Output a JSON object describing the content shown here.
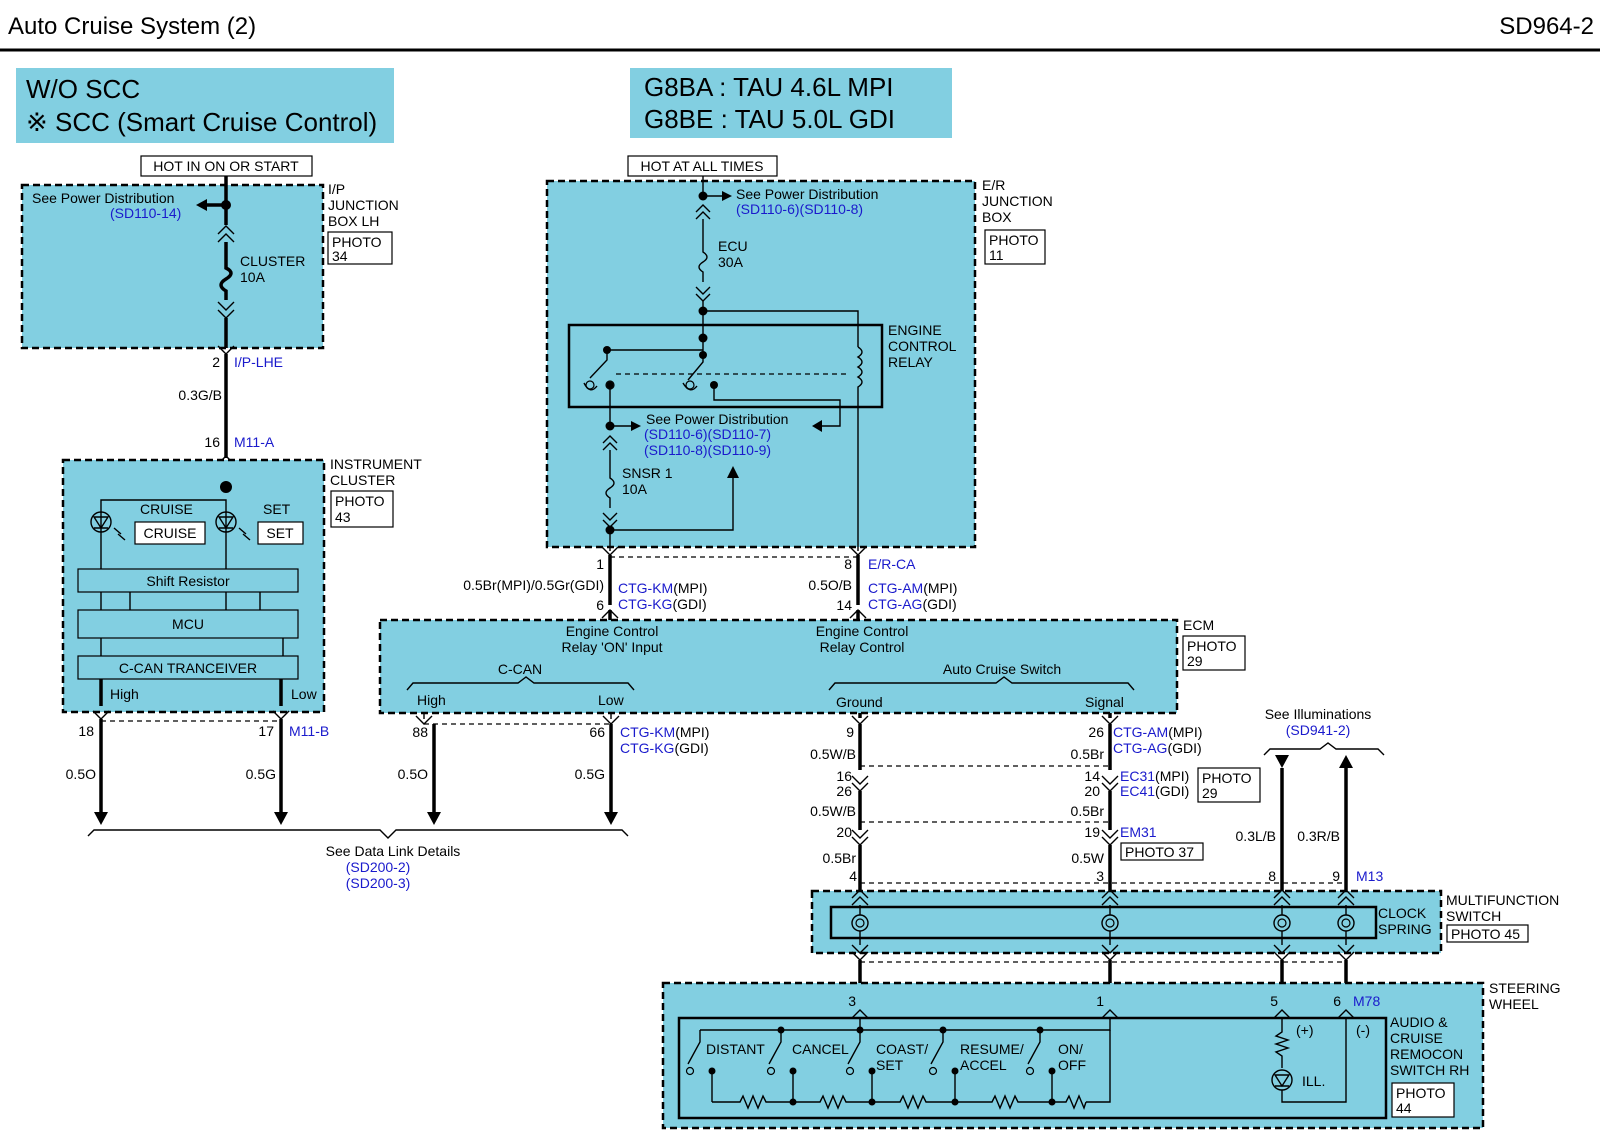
{
  "header": {
    "title": "Auto Cruise System (2)",
    "code": "SD964-2"
  },
  "banner_left": {
    "line1": "W/O SCC",
    "line2": "※ SCC (Smart Cruise Control)"
  },
  "banner_right": {
    "line1": "G8BA : TAU 4.6L MPI",
    "line2": "G8BE : TAU 5.0L GDI"
  },
  "left": {
    "hot_label": "HOT IN ON OR START",
    "ipjb": {
      "name1": "I/P",
      "name2": "JUNCTION",
      "name3": "BOX LH",
      "photo1": "PHOTO",
      "photo2": "34",
      "see": "See Power Distribution",
      "see_ref": "(SD110-14)",
      "fuse": "CLUSTER",
      "fuse_rating": "10A"
    },
    "conn1": {
      "pin": "2",
      "name": "I/P-LHE"
    },
    "wire1": "0.3G/B",
    "conn2": {
      "pin": "16",
      "name": "M11-A"
    },
    "cluster": {
      "name1": "INSTRUMENT",
      "name2": "CLUSTER",
      "photo1": "PHOTO",
      "photo2": "43",
      "cruise": "CRUISE",
      "cruise_box": "CRUISE",
      "set": "SET",
      "set_box": "SET",
      "shift_resistor": "Shift Resistor",
      "mcu": "MCU",
      "ccan": "C-CAN TRANCEIVER",
      "high": "High",
      "low": "Low"
    },
    "conn3": {
      "pin_a": "18",
      "pin_b": "17",
      "name": "M11-B"
    },
    "wire_a": "0.5O",
    "wire_b": "0.5G"
  },
  "data_link": {
    "text": "See Data Link Details",
    "ref1": "(SD200-2)",
    "ref2": "(SD200-3)"
  },
  "erjb": {
    "hot_label": "HOT AT ALL TIMES",
    "name1": "E/R",
    "name2": "JUNCTION",
    "name3": "BOX",
    "photo1": "PHOTO",
    "photo2": "11",
    "see1": "See Power Distribution",
    "see1_ref": "(SD110-6)(SD110-8)",
    "fuse1": "ECU",
    "fuse1_rating": "30A",
    "relay1": "ENGINE",
    "relay2": "CONTROL",
    "relay3": "RELAY",
    "see2": "See Power Distribution",
    "see2_ref1": "(SD110-6)(SD110-7)",
    "see2_ref2": "(SD110-8)(SD110-9)",
    "fuse2": "SNSR 1",
    "fuse2_rating": "10A"
  },
  "ecm_top": {
    "pin1": "1",
    "pin8": "8",
    "pin6": "6",
    "pin14": "14",
    "conn_er": "E/R-CA",
    "wire_left": "0.5Br(MPI)/0.5Gr(GDI)",
    "wire_right": "0.5O/B",
    "ctg_km": "CTG-KM",
    "mpi": "(MPI)",
    "ctg_kg": "CTG-KG",
    "gdi": "(GDI)",
    "ctg_am": "CTG-AM",
    "ctg_ag": "CTG-AG"
  },
  "ecm": {
    "name": "ECM",
    "photo1": "PHOTO",
    "photo2": "29",
    "relay_on_1": "Engine Control",
    "relay_on_2": "Relay 'ON' Input",
    "relay_ctl_1": "Engine Control",
    "relay_ctl_2": "Relay Control",
    "ccan": "C-CAN",
    "high": "High",
    "low": "Low",
    "acs": "Auto Cruise Switch",
    "ground": "Ground",
    "signal": "Signal"
  },
  "ecm_bottom": {
    "pin88": "88",
    "pin66": "66",
    "wire_a": "0.5O",
    "wire_b": "0.5G",
    "ctg_km": "CTG-KM",
    "mpi": "(MPI)",
    "ctg_kg": "CTG-KG",
    "gdi": "(GDI)"
  },
  "right_wires": {
    "pin9": "9",
    "pin26": "26",
    "ctg_am": "CTG-AM",
    "ctg_ag": "CTG-AG",
    "mpi": "(MPI)",
    "gdi": "(GDI)",
    "w1": "0.5W/B",
    "w2": "0.5Br",
    "c2_l1": "16",
    "c2_l2": "26",
    "c2_r1": "14",
    "c2_r2": "20",
    "ec31": "EC31",
    "ec41": "EC41",
    "photo_a1": "PHOTO",
    "photo_a2": "29",
    "w3": "0.5W/B",
    "w4": "0.5Br",
    "c3_l": "20",
    "c3_r": "19",
    "em31": "EM31",
    "photo_b": "PHOTO 37",
    "w5": "0.5Br",
    "w6": "0.5W",
    "p4": "4",
    "p3": "3",
    "p8": "8",
    "p9": "9",
    "m13": "M13",
    "illum": "See Illuminations",
    "illum_ref": "(SD941-2)",
    "w7": "0.3L/B",
    "w8": "0.3R/B"
  },
  "mfs": {
    "clock1": "CLOCK",
    "clock2": "SPRING",
    "name1": "MULTIFUNCTION",
    "name2": "SWITCH",
    "photo": "PHOTO 45"
  },
  "sw": {
    "p3": "3",
    "p1": "1",
    "p5": "5",
    "p6": "6",
    "m78": "M78",
    "name1": "STEERING",
    "name2": "WHEEL",
    "rh1": "AUDIO &",
    "rh2": "CRUISE",
    "rh3": "REMOCON",
    "rh4": "SWITCH RH",
    "photo1": "PHOTO",
    "photo2": "44",
    "distant": "DISTANT",
    "cancel": "CANCEL",
    "coast1": "COAST/",
    "coast2": "SET",
    "resume1": "RESUME/",
    "resume2": "ACCEL",
    "onoff1": "ON/",
    "onoff2": "OFF",
    "plus": "(+)",
    "minus": "(-)",
    "ill": "ILL."
  }
}
